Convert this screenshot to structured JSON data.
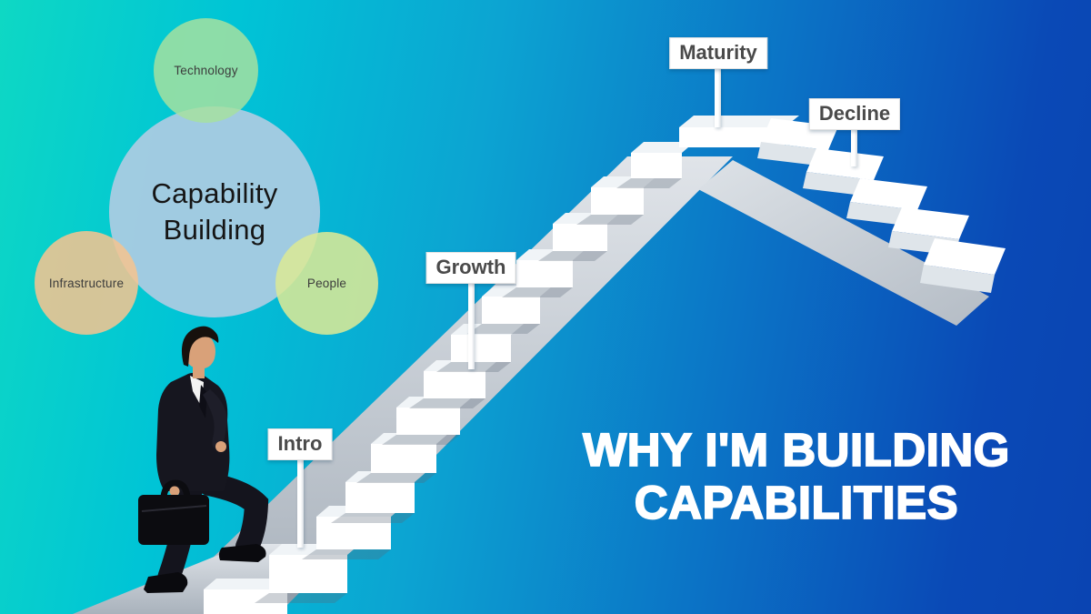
{
  "title": {
    "line1": "WHY I'M BUILDING",
    "line2": "CAPABILITIES",
    "color": "#ffffff"
  },
  "venn": {
    "center": {
      "line1": "Capability",
      "line2": "Building",
      "color": "#a9cbe1"
    },
    "nodes": [
      {
        "id": "technology",
        "label": "Technology",
        "color": "#a6e0a0"
      },
      {
        "id": "infrastructure",
        "label": "Infrastructure",
        "color": "#f3c491"
      },
      {
        "id": "people",
        "label": "People",
        "color": "#d9e896"
      }
    ]
  },
  "lifecycle": {
    "stages": [
      {
        "label": "Intro"
      },
      {
        "label": "Growth"
      },
      {
        "label": "Maturity"
      },
      {
        "label": "Decline"
      }
    ]
  },
  "colors": {
    "background_left": "#0ed8c4",
    "background_mid": "#0ca4d2",
    "background_right": "#0a44b2",
    "step_white": "#ffffff",
    "stringer_gray": "#b9c1ca",
    "sign_text": "#4a4a4a"
  }
}
